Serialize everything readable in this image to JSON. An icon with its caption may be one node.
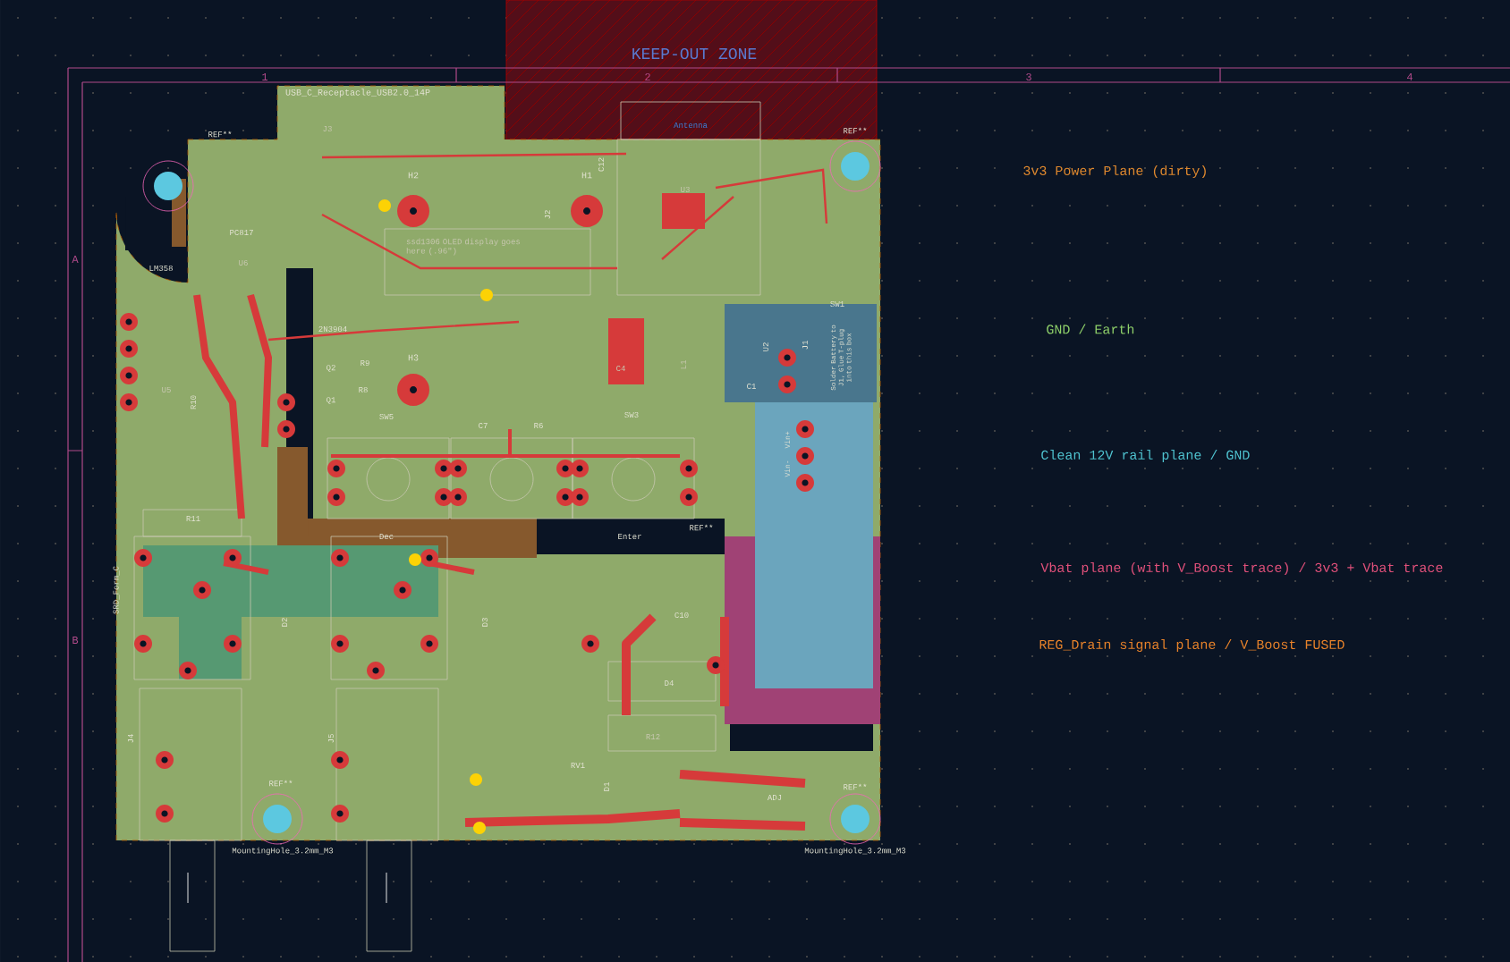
{
  "diagram": {
    "labels": [
      "KEEP-OUT ZONE",
      "1",
      "2",
      "3",
      "4",
      "A",
      "B",
      "USB_C_Receptacle_USB2.0_14P",
      "Antenna",
      "REF**",
      "REF**",
      "REF**",
      "REF**",
      "REF**",
      "J3",
      "PC817",
      "U6",
      "LM358",
      "U5",
      "H2",
      "H1",
      "H3",
      "J2",
      "U3",
      "C12",
      "ssd1306 OLED display goes here (.96\")",
      "2N3904",
      "Q2",
      "Q1",
      "R9",
      "R8",
      "R10",
      "SW5",
      "C7",
      "R6",
      "SW3",
      "C4",
      "L1",
      "C1",
      "SW1",
      "U2",
      "J1",
      "Solder Battery to J1, Glue T-plug into this box",
      "Vin+",
      "Vin-",
      "R11",
      "Dec",
      "Enter",
      "SRD_Form_C",
      "D2",
      "D3",
      "J4",
      "J5",
      "C10",
      "D4",
      "R12",
      "RV1",
      "D1",
      "ADJ",
      "MountingHole_3.2mm_M3",
      "MountingHole_3.2mm_M3"
    ],
    "legend": [
      {
        "text": "3v3 Power Plane (dirty)",
        "color": "#e0892e"
      },
      {
        "text": "GND / Earth",
        "color": "#8fd16a"
      },
      {
        "text": "Clean 12V rail plane / GND",
        "color": "#4fc3d0"
      },
      {
        "text": "Vbat plane (with V_Boost trace) / 3v3 + Vbat trace",
        "color": "#e0507a"
      },
      {
        "text": "REG_Drain signal plane / V_Boost FUSED",
        "color": "#e8832a"
      }
    ]
  }
}
